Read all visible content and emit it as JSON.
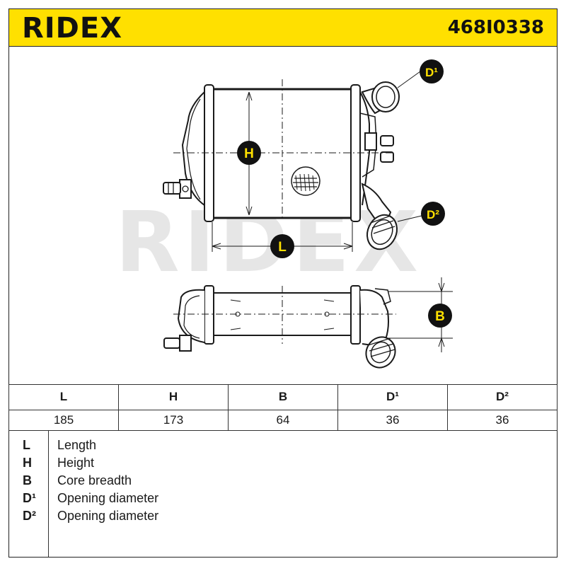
{
  "header": {
    "brand": "RIDEX",
    "part_number": "468I0338",
    "background_color": "#ffe000"
  },
  "watermark": "RIDEX",
  "diagram": {
    "callouts": {
      "H": "H",
      "L": "L",
      "B": "B",
      "D1": "D¹",
      "D2": "D²"
    }
  },
  "specs": {
    "headers": [
      "L",
      "H",
      "B",
      "D¹",
      "D²"
    ],
    "values": [
      "185",
      "173",
      "64",
      "36",
      "36"
    ]
  },
  "legend": [
    {
      "key": "L",
      "text": "Length"
    },
    {
      "key": "H",
      "text": "Height"
    },
    {
      "key": "B",
      "text": "Core breadth"
    },
    {
      "key": "D¹",
      "text": "Opening diameter"
    },
    {
      "key": "D²",
      "text": "Opening diameter"
    }
  ]
}
